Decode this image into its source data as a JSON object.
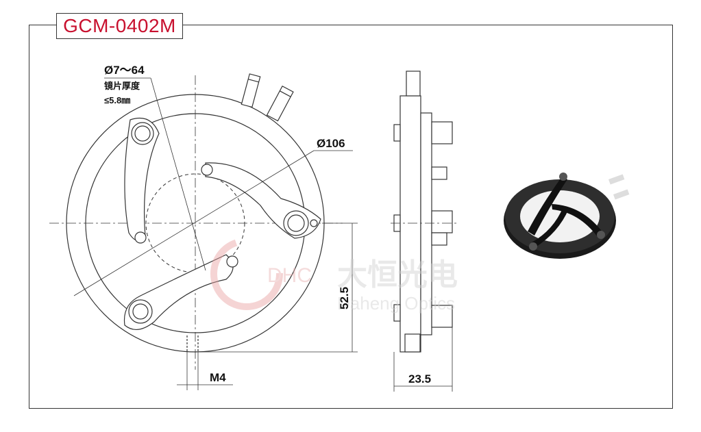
{
  "title": "GCM-0402M",
  "colors": {
    "title": "#c8102e",
    "line": "#333333",
    "watermark": "#e8b0b0",
    "watermark_gray": "#d0d0d0"
  },
  "dimensions": {
    "aperture": "Ø7～64",
    "thickness_label": "镜片厚度",
    "thickness_value": "≤5.8㎜",
    "outer_diameter": "Ø106",
    "height": "52.5",
    "thread": "M4",
    "depth": "23.5"
  },
  "watermark": {
    "logo": "DHC",
    "brand_cn": "大恒光电",
    "brand_en": "Daheng Optics"
  }
}
